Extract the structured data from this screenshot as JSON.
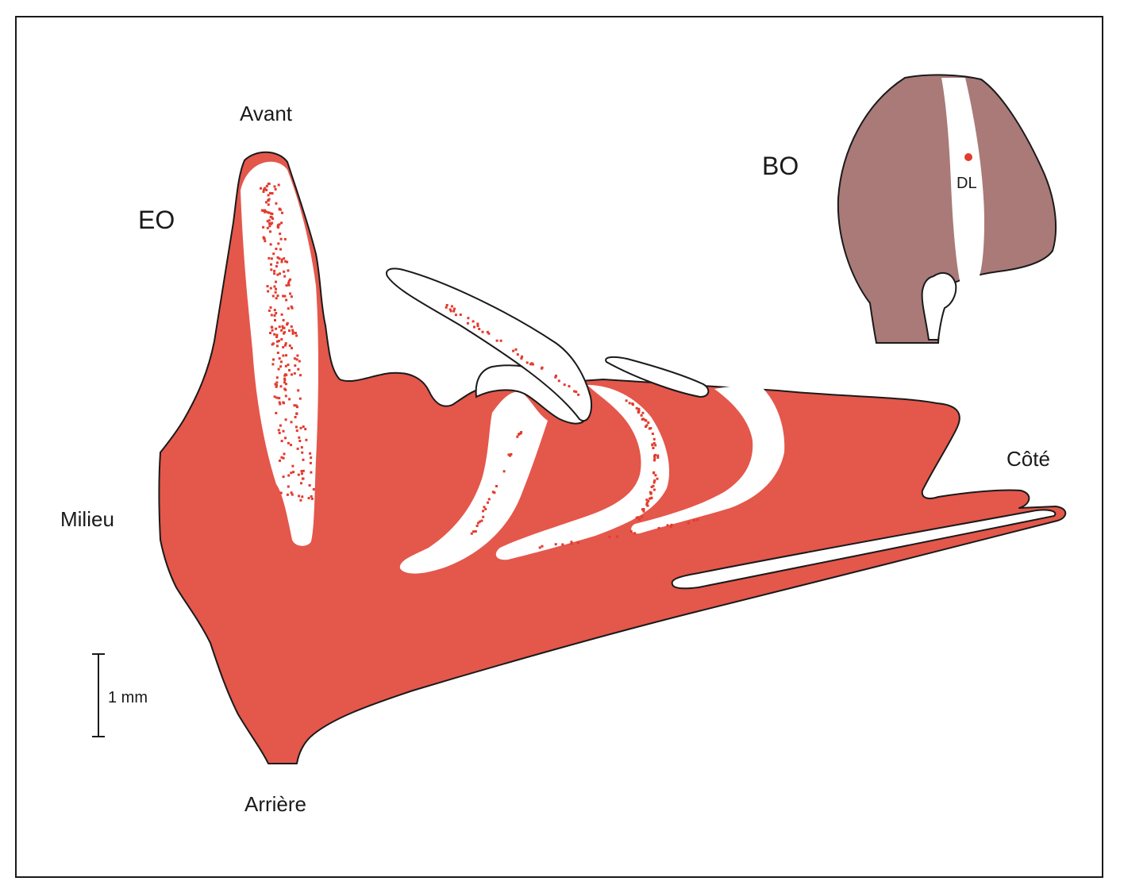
{
  "labels": {
    "avant": "Avant",
    "arriere": "Arrière",
    "milieu": "Milieu",
    "cote": "Côté",
    "eo": "EO",
    "bo": "BO",
    "dl": "DL",
    "scale": "1 mm"
  },
  "colors": {
    "tissue": "#e4574b",
    "bulb": "#a97a78",
    "outline": "#1a1a1a",
    "dots": "#e23b2f",
    "background": "#ffffff"
  }
}
